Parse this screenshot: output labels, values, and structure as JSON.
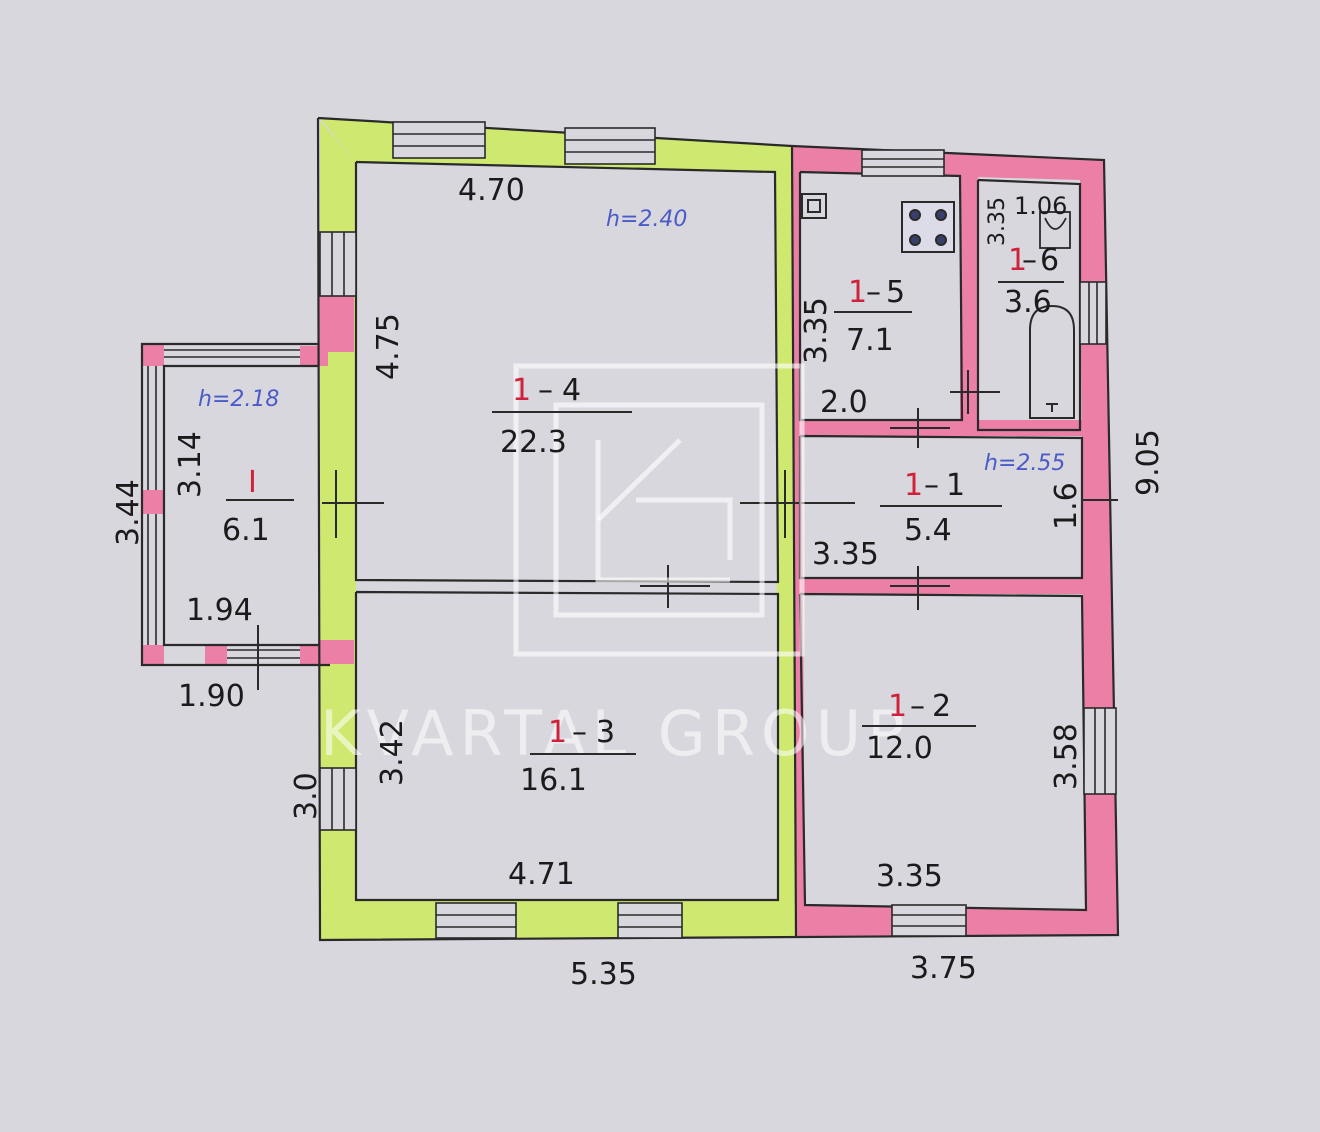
{
  "colors": {
    "paper": "#d9d7de",
    "wall_green": "#cfe870",
    "wall_pink": "#ec7fa6",
    "line": "#2a2a2a",
    "room_code": "#d0213a",
    "height_note": "#4a5bc8",
    "watermark": "#ffffff"
  },
  "watermark": {
    "logo_letters": "KG",
    "text": "KVARTAL GROUP"
  },
  "rooms": {
    "r14": {
      "prefix": "1",
      "suffix": "4",
      "area": "22.3"
    },
    "r13": {
      "prefix": "1",
      "suffix": "3",
      "area": "16.1"
    },
    "r15": {
      "prefix": "1",
      "suffix": "5",
      "area": "7.1"
    },
    "r16": {
      "prefix": "1",
      "suffix": "6",
      "area": "3.6"
    },
    "r11": {
      "prefix": "1",
      "suffix": "1",
      "area": "5.4"
    },
    "r12": {
      "prefix": "1",
      "suffix": "2",
      "area": "12.0"
    },
    "rI": {
      "code": "I",
      "area": "6.1"
    }
  },
  "height_notes": {
    "main": "h=2.40",
    "veranda": "h=2.18",
    "hall": "h=2.55"
  },
  "dimensions": {
    "top_470": "4.70",
    "r14_side": "4.75",
    "r15_width": "3.35",
    "r15_bottom": "2.0",
    "r16_top": "1.06",
    "r16_side": "3.35",
    "veranda_outer": "3.44",
    "veranda_inner": "3.14",
    "veranda_bottom_in": "1.94",
    "veranda_bottom_out": "1.90",
    "r13_side": "3.42",
    "left_wall": "3.0",
    "r13_bottom": "4.71",
    "r11_width": "3.35",
    "r11_side": "1.6",
    "right_total": "9.05",
    "r12_side": "3.58",
    "r12_bottom": "3.35",
    "outer_bottom_left": "5.35",
    "outer_bottom_right": "3.75"
  },
  "icons": [
    "stove-icon",
    "sink-icon",
    "bathtub-icon",
    "chimney-icon"
  ]
}
